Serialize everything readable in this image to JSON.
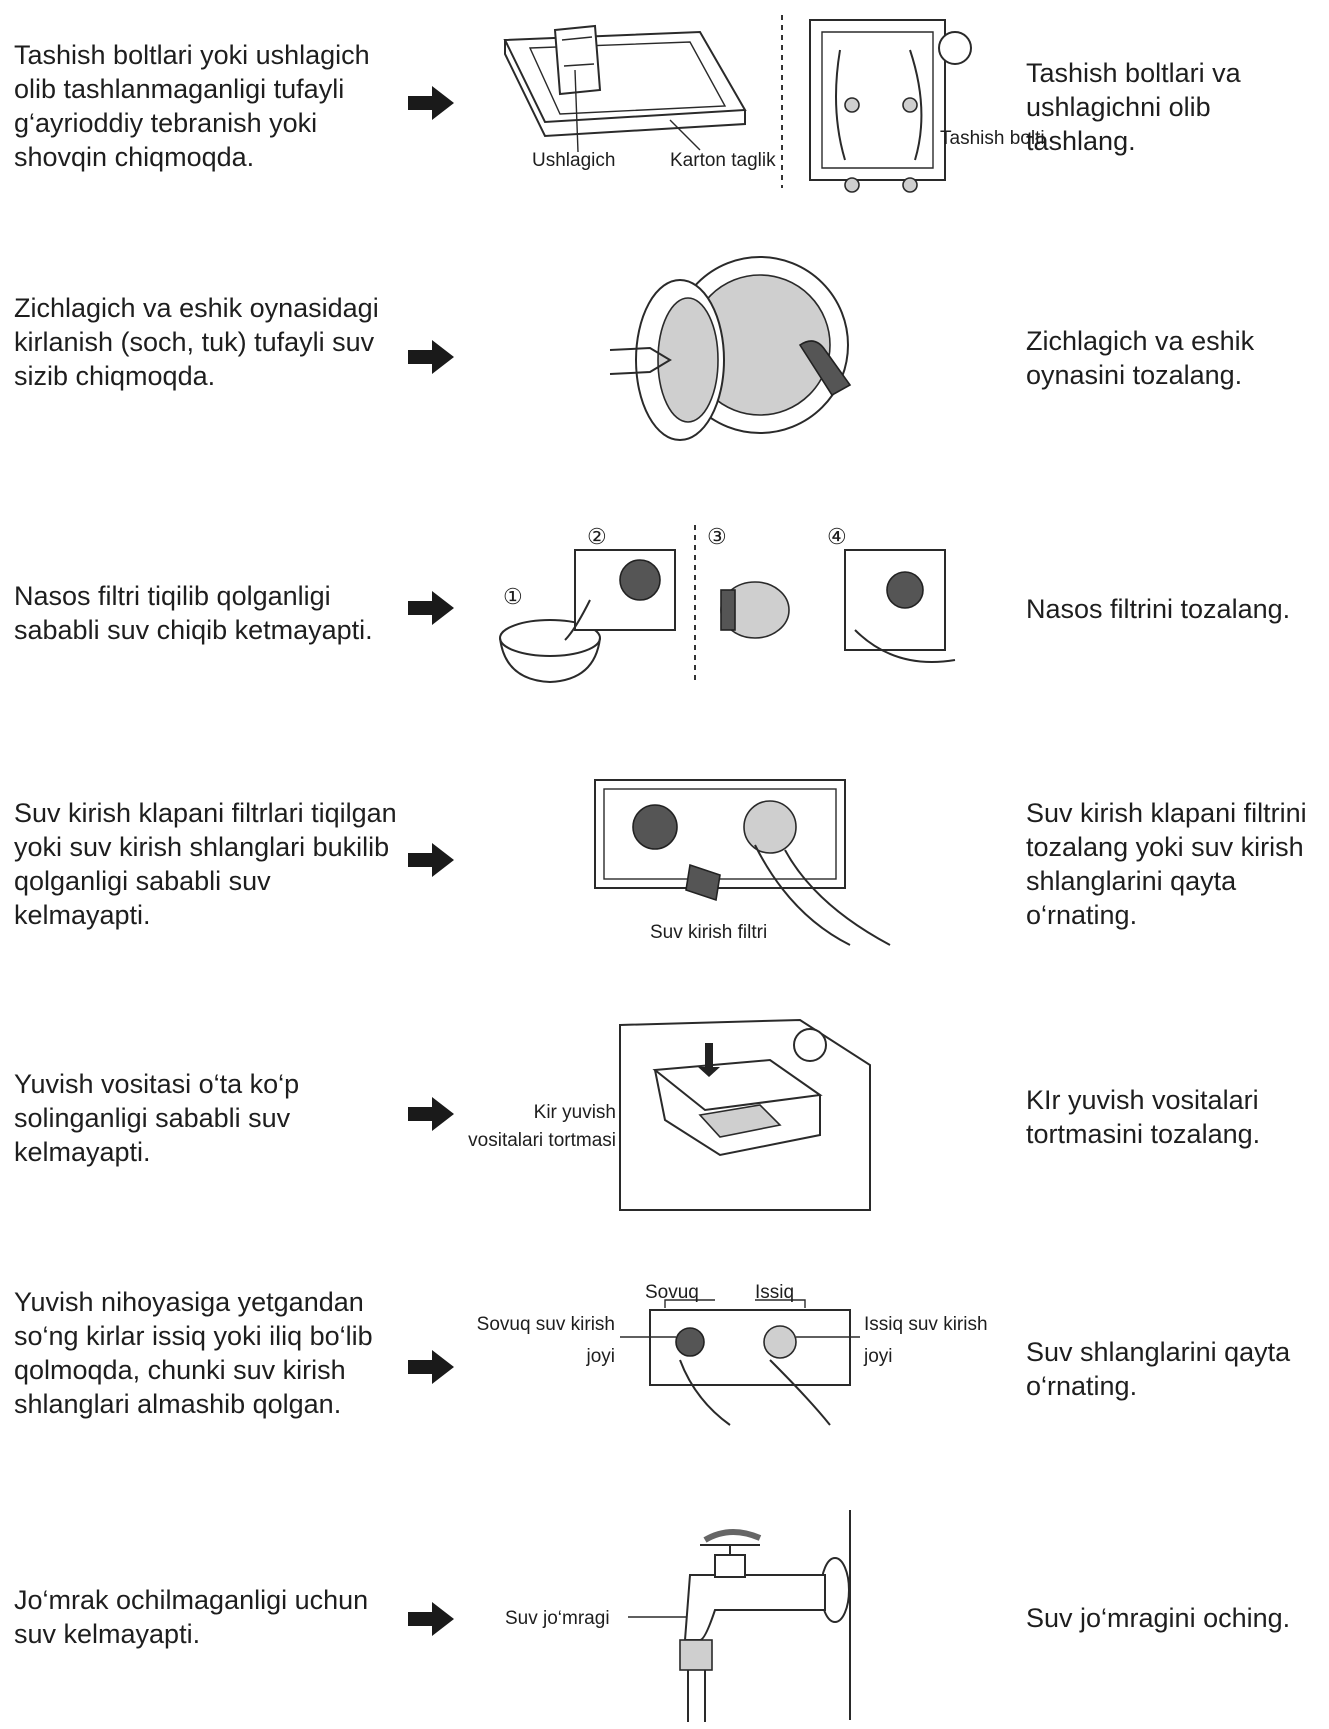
{
  "rows": [
    {
      "problem": "Tashish boltlari yoki ushlagich olib tashlanmaganligi tufayli g‘ayrioddiy tebranish yoki shovqin chiqmoqda.",
      "labels": [
        "Ushlagich",
        "Karton taglik",
        "Tashish bolti"
      ],
      "solution": "Tashish boltlari va ushlagichni olib tashlang."
    },
    {
      "problem": "Zichlagich va eshik oynasidagi kirlanish (soch, tuk) tufayli suv sizib chiqmoqda.",
      "labels": [],
      "solution": "Zichlagich va eshik oynasini tozalang."
    },
    {
      "problem": "Nasos filtri tiqilib qolganligi sababli suv chiqib ketmayapti.",
      "labels": [
        "①",
        "②",
        "③",
        "④"
      ],
      "solution": "Nasos filtrini tozalang."
    },
    {
      "problem": "Suv kirish klapani filtrlari tiqilgan yoki suv kirish shlanglari bukilib qolganligi sababli suv kelmayapti.",
      "labels": [
        "Suv kirish filtri"
      ],
      "solution": "Suv kirish klapani filtrini tozalang yoki suv kirish shlanglarini qayta o‘rnating."
    },
    {
      "problem": "Yuvish vositasi o‘ta ko‘p solinganligi sababli suv kelmayapti.",
      "labels": [
        "Kir yuvish vositalari tortmasi"
      ],
      "solution": "KIr yuvish vositalari tortmasini tozalang."
    },
    {
      "problem": "Yuvish nihoyasiga yetgandan so‘ng kirlar issiq yoki iliq bo‘lib qolmoqda, chunki suv kirish shlanglari almashib qolgan.",
      "labels": [
        "Sovuq",
        "Issiq",
        "Sovuq suv kirish joyi",
        "Issiq suv kirish joyi"
      ],
      "solution": "Suv shlanglarini qayta o‘rnating."
    },
    {
      "problem": "Jo‘mrak ochilmaganligi uchun suv kelmayapti.",
      "labels": [
        "Suv jo‘mragi"
      ],
      "solution": "Suv jo‘mragini oching."
    }
  ]
}
